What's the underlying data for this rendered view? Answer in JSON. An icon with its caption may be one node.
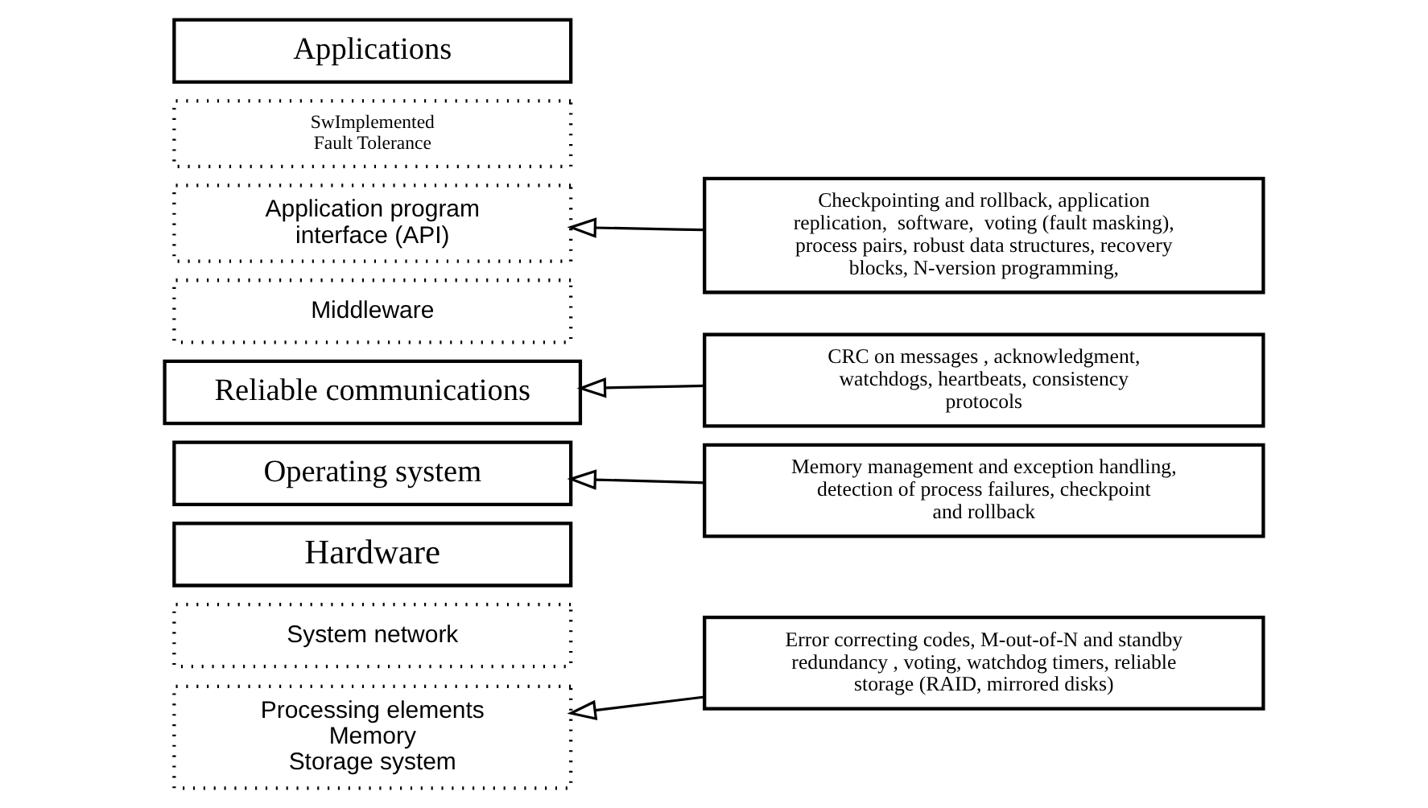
{
  "diagram": {
    "nodes": [
      {
        "text": [
          "Applications"
        ]
      },
      {
        "text": [
          "SwImplemented Fault Tolerance"
        ]
      },
      {
        "text": [
          "Application program interface (API)"
        ]
      },
      {
        "text": [
          "Middleware"
        ]
      },
      {
        "text": [
          "Reliable communications"
        ]
      },
      {
        "text": [
          "Operating system"
        ]
      },
      {
        "text": [
          "Hardware"
        ]
      },
      {
        "text": [
          "System network"
        ]
      },
      {
        "text": [
          "Processing elements",
          "Memory",
          "Storage system"
        ]
      },
      {
        "text": [
          "Checkpointing and rollback, application replication,  software,  voting (fault masking), process pairs, robust data structures, recovery blocks, N-version programming,"
        ]
      },
      {
        "text": [
          "CRC on messages , acknowledgment, watchdogs, heartbeats, consistency protocols"
        ]
      },
      {
        "text": [
          "Memory management and exception handling, detection of process failures, checkpoint and rollback"
        ]
      },
      {
        "text": [
          "Error correcting codes, M-out-of-N and standby redundancy , voting, watchdog timers, reliable storage (RAID, mirrored disks)"
        ]
      }
    ],
    "edges": [
      {
        "from": 9,
        "to": 2,
        "arrow": "to"
      },
      {
        "from": 10,
        "to": 4,
        "arrow": "to"
      },
      {
        "from": 11,
        "to": 5,
        "arrow": "to"
      },
      {
        "from": 12,
        "to": 8,
        "arrow": "to"
      }
    ]
  }
}
